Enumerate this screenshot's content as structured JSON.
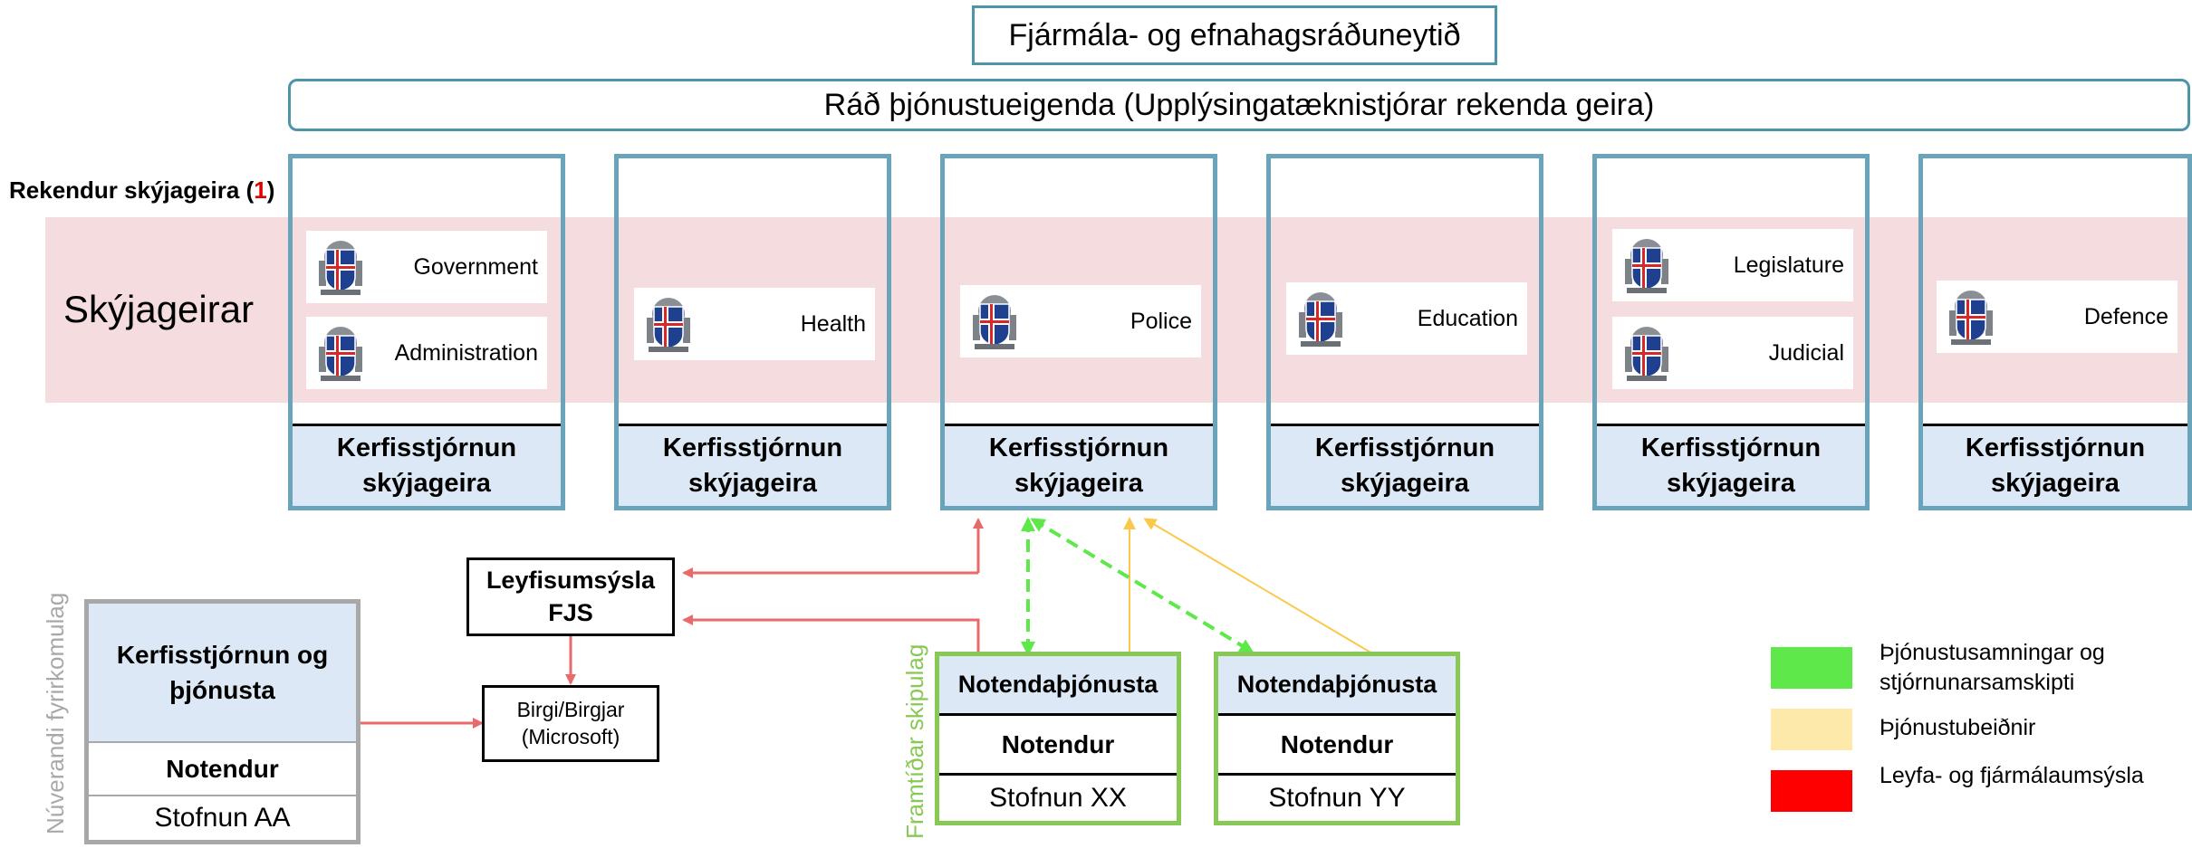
{
  "ministry": "Fjármála- og efnahagsráðuneytið",
  "council": "Ráð þjónustueigenda (Upplýsingatæknistjórar rekenda geira)",
  "sector_operators": {
    "prefix": "Rekendur skýjageira (",
    "number": "1",
    "suffix": ")"
  },
  "band_label": "Skýjageirar",
  "sectors": [
    {
      "cards": [
        "Government",
        "Administration"
      ],
      "footer": "Kerfisstjórnun skýjageira"
    },
    {
      "cards": [
        "Health"
      ],
      "footer": "Kerfisstjórnun skýjageira"
    },
    {
      "cards": [
        "Police"
      ],
      "footer": "Kerfisstjórnun skýjageira"
    },
    {
      "cards": [
        "Education"
      ],
      "footer": "Kerfisstjórnun skýjageira"
    },
    {
      "cards": [
        "Legislature",
        "Judicial"
      ],
      "footer": "Kerfisstjórnun skýjageira"
    },
    {
      "cards": [
        "Defence"
      ],
      "footer": "Kerfisstjórnun skýjageira"
    }
  ],
  "license_box": {
    "line1": "Leyfisumsýsla",
    "line2": "FJS"
  },
  "vendor_box": {
    "line1": "Birgi/Birgjar",
    "line2": "(Microsoft)"
  },
  "current_org": {
    "vertical_label": "Núverandi fyrirkomulag",
    "header": "Kerfisstjórnun og þjónusta",
    "users": "Notendur",
    "agency": "Stofnun AA"
  },
  "future_org": {
    "vertical_label": "Framtíðar skipulag",
    "units": [
      {
        "service": "Notendaþjónusta",
        "users": "Notendur",
        "agency": "Stofnun XX"
      },
      {
        "service": "Notendaþjónusta",
        "users": "Notendur",
        "agency": "Stofnun YY"
      }
    ]
  },
  "legend": [
    {
      "color": "#5ee84a",
      "label": "Þjónustusamningar og stjórnunarsamskipti"
    },
    {
      "color": "#fde9aa",
      "label": "Þjónustubeiðnir"
    },
    {
      "color": "#ff0000",
      "label": "Leyfa- og fjármálaumsýsla"
    }
  ],
  "colors": {
    "teal_border": "#4e94a8",
    "band": "#f5dcdf",
    "footer": "#dce8f5",
    "green": "#88c955",
    "dashed_green": "#5ee84a",
    "yellow_line": "#fbc94a",
    "red_line": "#e86a6a",
    "gray": "#a8a8a8"
  }
}
